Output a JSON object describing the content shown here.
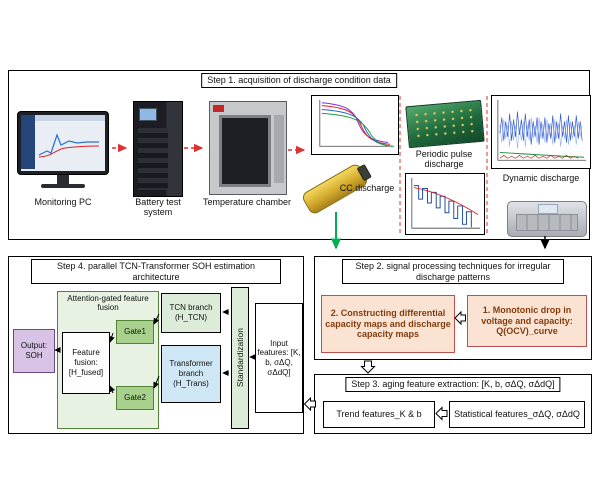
{
  "diagram": {
    "step1": {
      "title": "Step 1. acquisition of discharge condition data",
      "monitoring_pc": "Monitoring PC",
      "battery_test_system": "Battery test system",
      "temperature_chamber": "Temperature chamber",
      "cc_discharge": "CC discharge",
      "periodic_pulse_discharge": "Periodic pulse discharge",
      "dynamic_discharge": "Dynamic discharge"
    },
    "step2": {
      "title": "Step 2. signal processing techniques for irregular discharge patterns",
      "constructing_maps": "2. Constructing differential capacity maps and discharge capacity maps",
      "monotonic_drop": "1. Monotonic drop in voltage and capacity: Q(OCV)_curve"
    },
    "step3": {
      "title": "Step 3. aging feature extraction: [K, b, σΔQ, σΔdQ]",
      "trend_features": "Trend features_K & b",
      "statistical_features": "Statistical features_σΔQ, σΔdQ"
    },
    "step4": {
      "title": "Step 4. parallel TCN-Transformer SOH estimation architecture",
      "output": "Output: SOH",
      "fusion_group_title": "Attention-gated feature fusion",
      "feature_fusion": "Feature fusion: [H_fused]",
      "gate1": "Gate1",
      "gate2": "Gate2",
      "tcn_branch": "TCN branch (H_TCN)",
      "transformer_branch": "Transformer branch (H_Trans)",
      "standardization": "Standardization",
      "input_features": "Input features: [K, b, σΔQ, σΔdQ]"
    },
    "colors": {
      "green_arrow": "#00b050",
      "red_dashed": "#e03030",
      "peach_fill": "#fbe3d4",
      "peach_border": "#c0504d",
      "light_green": "#dcecd8",
      "gate_green": "#a9d18e",
      "light_blue": "#cfe7f5",
      "lavender": "#d8c3e6"
    }
  }
}
